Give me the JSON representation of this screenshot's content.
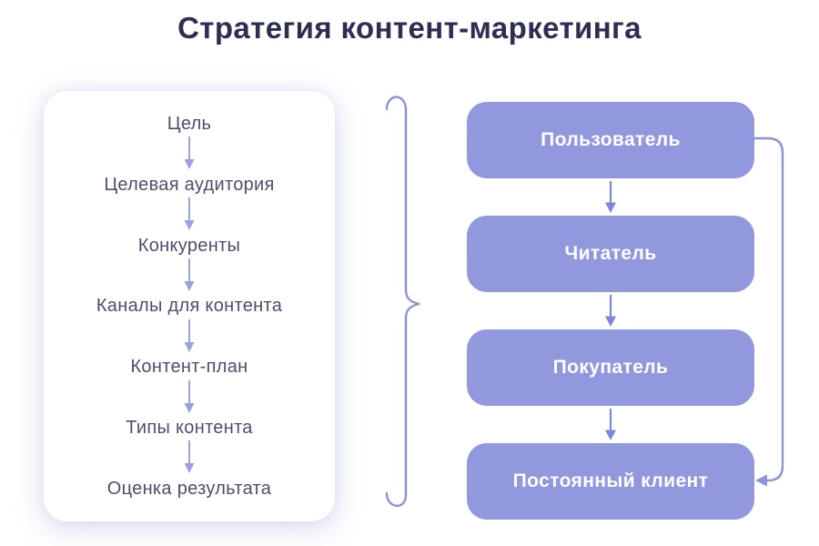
{
  "title": "Стратегия контент-маркетинга",
  "funnel": {
    "steps": [
      "Цель",
      "Целевая аудитория",
      "Конкуренты",
      "Каналы для контента",
      "Контент-план",
      "Типы контента",
      "Оценка результата"
    ]
  },
  "stages": [
    "Пользователь",
    "Читатель",
    "Покупатель",
    "Постоянный клиент"
  ],
  "colors": {
    "background": "#FFFFFF",
    "title_text": "#2C2F52",
    "step_text": "#4C4E6E",
    "stage_box_fill": "#9198DD",
    "stage_box_text": "#FFFFFF",
    "small_arrow": "#9AA2E4",
    "stage_arrow": "#7E86D6",
    "brace_and_loop": "#8A92DB",
    "card_shadow": "#ACB3DD"
  }
}
